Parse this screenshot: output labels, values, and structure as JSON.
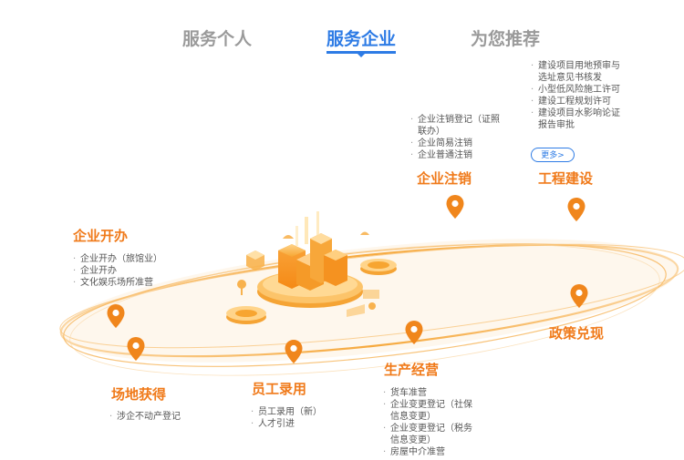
{
  "tabs": [
    {
      "label": "服务个人",
      "active": false
    },
    {
      "label": "服务企业",
      "active": true
    },
    {
      "label": "为您推荐",
      "active": false
    }
  ],
  "sections": {
    "gongcheng": {
      "title": "工程建设",
      "items": [
        "建设项目用地预审与选址意见书核发",
        "小型低风险施工许可",
        "建设工程规划许可",
        "建设项目水影响论证报告审批"
      ],
      "more_label": "更多>"
    },
    "zhuxiao": {
      "title": "企业注销",
      "items": [
        "企业注销登记（证照联办）",
        "企业简易注销",
        "企业普通注销"
      ]
    },
    "kaiban": {
      "title": "企业开办",
      "items": [
        "企业开办（旅馆业）",
        "企业开办",
        "文化娱乐场所准营"
      ]
    },
    "changdi": {
      "title": "场地获得",
      "items": [
        "涉企不动产登记"
      ]
    },
    "yuangong": {
      "title": "员工录用",
      "items": [
        "员工录用（新）",
        "人才引进"
      ]
    },
    "shengchan": {
      "title": "生产经营",
      "items": [
        "货车准营",
        "企业变更登记（社保信息变更）",
        "企业变更登记（税务信息变更）",
        "房屋中介准营"
      ]
    },
    "zhengce": {
      "title": "政策兑现"
    }
  },
  "colors": {
    "accent_blue": "#2d7be5",
    "accent_orange": "#f07a1a",
    "pin_orange": "#f0861c"
  }
}
